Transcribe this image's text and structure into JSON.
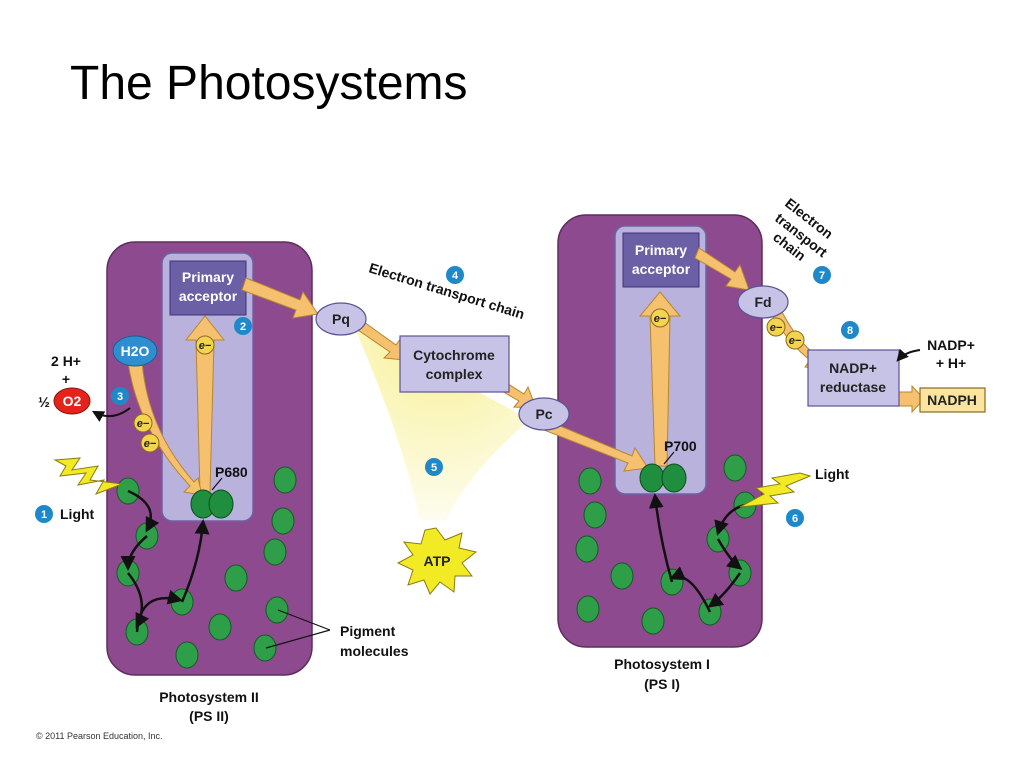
{
  "slide": {
    "title": "The Photosystems"
  },
  "diagram": {
    "ps2": {
      "name_line1": "Photosystem II",
      "name_line2": "(PS II)",
      "primary_acceptor": [
        "Primary",
        "acceptor"
      ],
      "reaction_center": "P680",
      "water": "H2O",
      "products": {
        "protons": "2 H+",
        "plus": "+",
        "half": "½",
        "oxygen": "O2"
      }
    },
    "ps1": {
      "name_line1": "Photosystem I",
      "name_line2": "(PS I)",
      "primary_acceptor": [
        "Primary",
        "acceptor"
      ],
      "reaction_center": "P700"
    },
    "etc": {
      "label": "Electron transport chain",
      "pq": "Pq",
      "cytochrome": [
        "Cytochrome",
        "complex"
      ],
      "pc": "Pc",
      "atp": "ATP"
    },
    "etc2": {
      "label": [
        "Electron",
        "transport",
        "chain"
      ],
      "fd": "Fd",
      "reductase": [
        "NADP+",
        "reductase"
      ],
      "nadp_in": [
        "NADP+",
        "+ H+"
      ],
      "nadph": "NADPH"
    },
    "light_label": "Light",
    "pigment_label": [
      "Pigment",
      "molecules"
    ],
    "electron": "e−",
    "steps": [
      "1",
      "2",
      "3",
      "4",
      "5",
      "6",
      "7",
      "8"
    ]
  },
  "footer": {
    "copyright": "© 2011 Pearson Education, Inc."
  },
  "colors": {
    "photosystem": "#8e4a8e",
    "inner": "#b8b2dc",
    "acceptor": "#6b5fa6",
    "carrier": "#c7c3e6",
    "arrow": "#f6c16f",
    "pigment": "#2e9e48",
    "step_badge": "#1f88c9",
    "atp": "#f2ea24",
    "oxygen": "#e3231c"
  }
}
